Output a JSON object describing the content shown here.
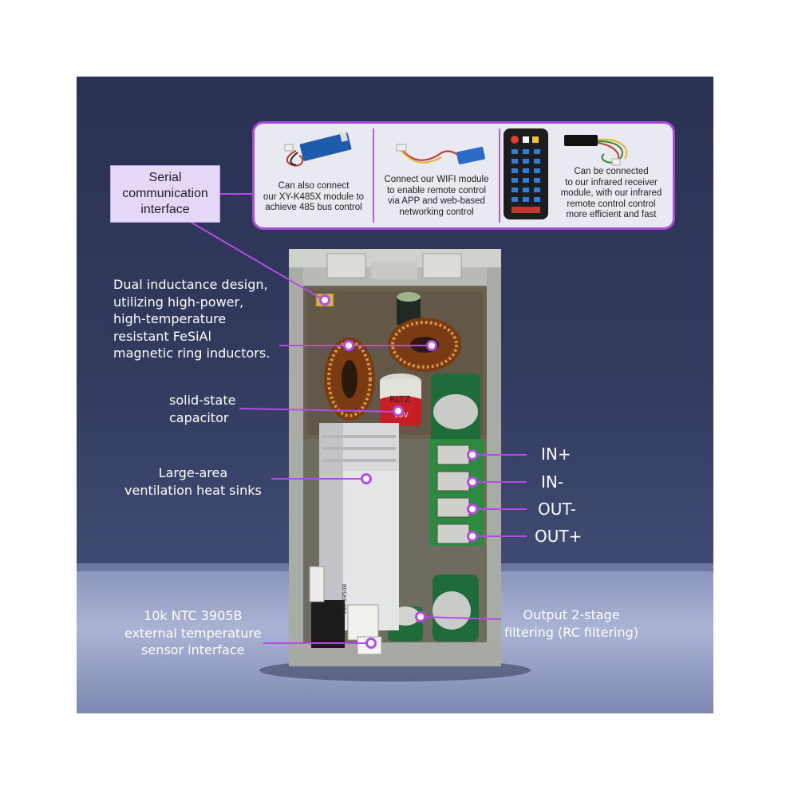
{
  "features": [
    {
      "text": "Can also connect\nour XY-K485X module to\nachieve 485 bus control",
      "icon": "rs485-module-icon"
    },
    {
      "text": "Connect our WIFI module\nto enable remote control\nvia APP and web-based\nnetworking control",
      "icon": "wifi-module-icon"
    },
    {
      "text": "Can be connected\nto our infrared receiver\nmodule, with our infrared\nremote control control\nmore efficient and fast",
      "icon": "ir-remote-icon"
    }
  ],
  "serial_label": "Serial\ncommunication\ninterface",
  "callouts": {
    "inductors": "Dual inductance design,\nutilizing high-power,\nhigh-temperature\nresistant FeSiAl\nmagnetic ring inductors.",
    "capacitor": "solid-state\ncapacitor",
    "heatsink": "Large-area\nventilation heat sinks",
    "ntc": "10k NTC 3905B\nexternal temperature\nsensor interface",
    "filtering": "Output 2-stage\nfiltering (RC filtering)"
  },
  "terminals": [
    "IN+",
    "IN-",
    "OUT-",
    "OUT+"
  ],
  "board_marks": {
    "cap_text": "RLTZ",
    "cap_sub": "35V",
    "ntc_text": "10K 3950B"
  },
  "colors": {
    "accent": "#b54be6",
    "panel": "#2f3658",
    "label_bg": "#e5d8f6"
  }
}
